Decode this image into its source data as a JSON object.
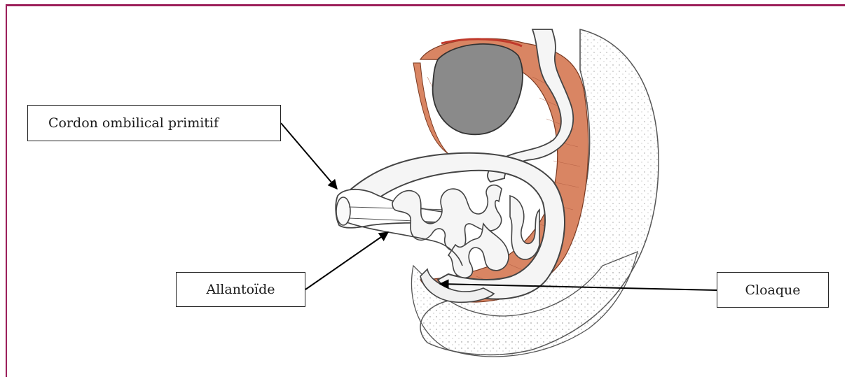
{
  "labels": {
    "cordon": "Cordon ombilical primitif",
    "allantoide": "Allantoïde",
    "cloaque": "Cloaque"
  },
  "colors": {
    "frame_border": "#9c1f5a",
    "muscle": "#d98563",
    "organ": "#f5f5f5",
    "dark_cavity": "#8a8a8a",
    "body_wall": "#f4f4f4"
  }
}
